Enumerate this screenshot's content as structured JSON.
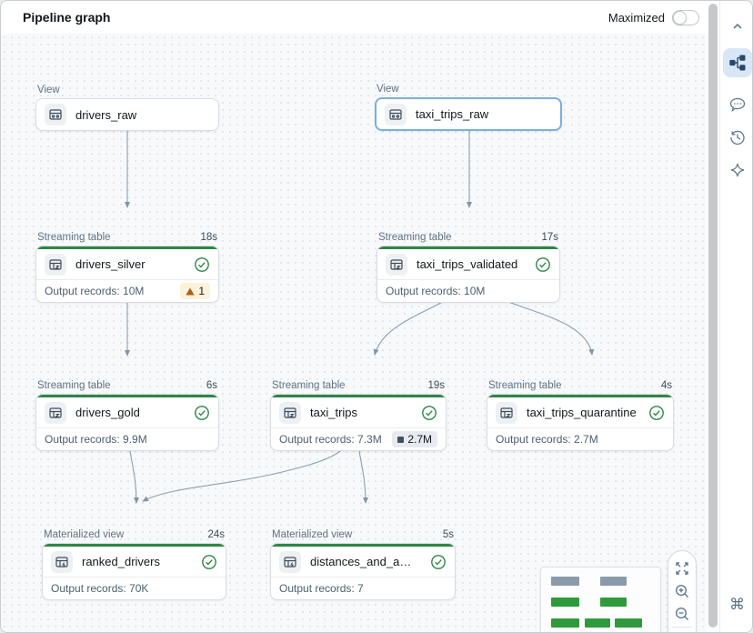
{
  "header": {
    "title": "Pipeline graph",
    "maximized_label": "Maximized",
    "maximized_state": "off"
  },
  "nodes": [
    {
      "type_label": "View",
      "name": "drivers_raw"
    },
    {
      "type_label": "View",
      "name": "taxi_trips_raw",
      "selected": true
    },
    {
      "type_label": "Streaming table",
      "duration": "18s",
      "name": "drivers_silver",
      "status": "success",
      "output": "Output records: 10M",
      "warning_count": "1"
    },
    {
      "type_label": "Streaming table",
      "duration": "17s",
      "name": "taxi_trips_validated",
      "status": "success",
      "output": "Output records: 10M"
    },
    {
      "type_label": "Streaming table",
      "duration": "6s",
      "name": "drivers_gold",
      "status": "success",
      "output": "Output records: 9.9M"
    },
    {
      "type_label": "Streaming table",
      "duration": "19s",
      "name": "taxi_trips",
      "status": "success",
      "output": "Output records: 7.3M",
      "metric_badge": "2.7M"
    },
    {
      "type_label": "Streaming table",
      "duration": "4s",
      "name": "taxi_trips_quarantine",
      "status": "success",
      "output": "Output records: 2.7M"
    },
    {
      "type_label": "Materialized view",
      "duration": "24s",
      "name": "ranked_drivers",
      "status": "success",
      "output": "Output records: 70K"
    },
    {
      "type_label": "Materialized view",
      "duration": "5s",
      "name": "distances_and_amounts_b...",
      "status": "success",
      "output": "Output records: 7"
    }
  ],
  "edges": [
    {
      "from": "drivers_raw",
      "to": "drivers_silver"
    },
    {
      "from": "taxi_trips_raw",
      "to": "taxi_trips_validated"
    },
    {
      "from": "drivers_silver",
      "to": "drivers_gold"
    },
    {
      "from": "taxi_trips_validated",
      "to": "taxi_trips"
    },
    {
      "from": "taxi_trips_validated",
      "to": "taxi_trips_quarantine"
    },
    {
      "from": "drivers_gold",
      "to": "ranked_drivers"
    },
    {
      "from": "taxi_trips",
      "to": "ranked_drivers"
    },
    {
      "from": "taxi_trips",
      "to": "distances_and_amounts_b..."
    }
  ],
  "minimap": {
    "rows": [
      [
        "gray",
        "gray"
      ],
      [
        "green",
        "green"
      ],
      [
        "green",
        "green",
        "green"
      ],
      [
        "green",
        "green"
      ]
    ]
  },
  "zoom_controls": {
    "icons": [
      "fit-view-icon",
      "zoom-in-icon",
      "zoom-out-icon",
      "graph-settings-icon"
    ]
  },
  "sidebar": {
    "icons": [
      "collapse-chevron-icon",
      "pipeline-graph-icon",
      "comments-icon",
      "history-icon",
      "assistant-sparkle-icon",
      "command-icon"
    ],
    "active_icon": "pipeline-graph-icon",
    "command_glyph": "⌘"
  },
  "colors": {
    "success_green": "#2e8646",
    "selected_blue": "#79afe1",
    "edge_gray": "#8c9fb1",
    "warning_bg": "#faf2da",
    "warning_triangle": "#b45c12",
    "minimap_green": "#2f9a3b",
    "minimap_gray": "#8b9aab",
    "active_tool_bg": "#d9e6f6"
  }
}
